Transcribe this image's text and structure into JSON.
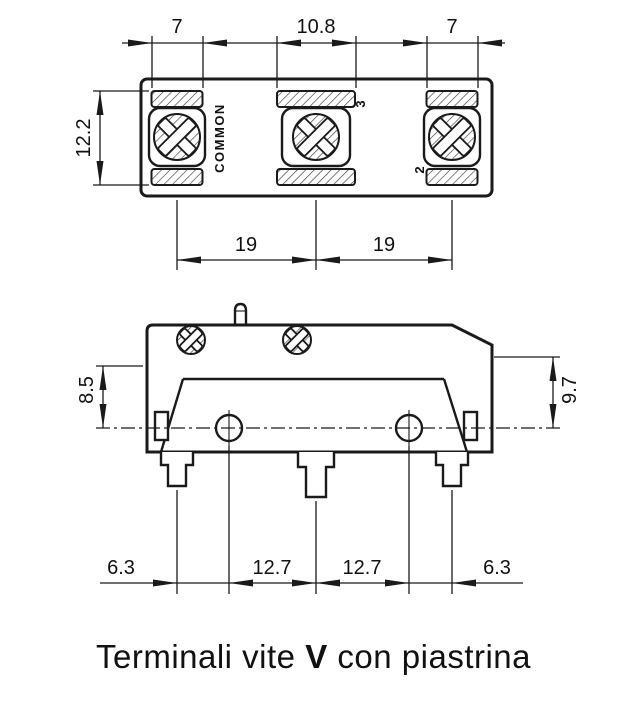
{
  "caption": {
    "part1": "Terminali vite",
    "part2": "V",
    "part3": "con piastrina"
  },
  "top_view": {
    "terminal_labels": {
      "common": "COMMON",
      "no3": "3",
      "no2": "2"
    },
    "dimensions": {
      "width_left": "7",
      "width_middle": "10.8",
      "width_right": "7",
      "height": "12.2",
      "pitch_left": "19",
      "pitch_right": "19"
    }
  },
  "front_view": {
    "dimensions": {
      "height_left": "8.5",
      "height_right": "9.7",
      "offset_left": "6.3",
      "pitch_left": "12.7",
      "pitch_right": "12.7",
      "offset_right": "6.3"
    }
  },
  "colors": {
    "line": "#1a1a1a",
    "background": "#ffffff"
  }
}
